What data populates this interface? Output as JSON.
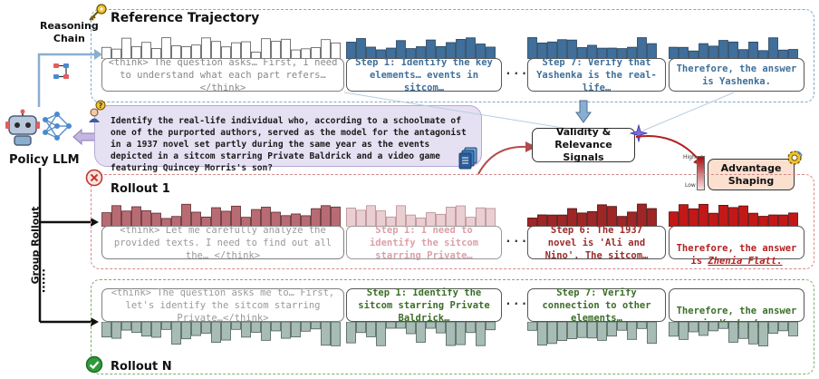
{
  "labels": {
    "reasoning_chain": "Reasoning\nChain",
    "reference_trajectory": "Reference Trajectory",
    "rollout_1": "Rollout 1",
    "rollout_n": "Rollout N",
    "policy_llm": "Policy LLM",
    "group_rollout": "Group Rollout",
    "vertical_dots": "......",
    "validity": "Validity &\nRelevance Signals",
    "advantage": "Advantage\nShaping",
    "high": "High",
    "low": "Low",
    "row_dots": "......"
  },
  "question": "Identify the real-life individual who, according to a schoolmate of one of the purported authors, served as the model for the antagonist in a 1937 novel set partly during the same year as the events depicted in a sitcom starring Private Baldrick and a video game featuring Quincey Morris's son?",
  "reference": {
    "think": "<think> The question asks… First, I need to understand what each part refers… </think>",
    "step1": "Step 1: Identify the key elements… events in sitcom…",
    "step7": "Step 7: Verify that Yashenka is the real-life…",
    "answer": "Therefore, the answer is Yashenka."
  },
  "rollout1": {
    "think": "<think> Let me carefully analyze the provided texts. I need to find out all the… </think>",
    "step1": "Step 1: I need to identify the sitcom starring Private…",
    "step6": "Step 6: The 1937 novel is 'Ali and Nino'. The sitcom…",
    "answer_prefix": "Therefore, the answer is ",
    "answer_value": "Zhenia Flatt."
  },
  "rolloutN": {
    "think": "<think> The question asks me to… First, let's identify the sitcom starring Private…</think>",
    "step1": "Step 1: Identify the sitcom starring Private Baldrick…",
    "step7": "Step 7: Verify connection to other elements…",
    "answer_prefix": "Therefore, the answer is ",
    "answer_value": "Yashenka."
  },
  "icons": [
    "key-icon",
    "flowchart-icon",
    "robot-icon",
    "network-icon",
    "thinking-person-icon",
    "documents-icon",
    "wrong-icon",
    "correct-icon",
    "sparkle-icon",
    "gear-icon"
  ],
  "colors": {
    "reference_blue": "#3f6f9a",
    "rollout1_red": "#b32020",
    "rollout1_pink": "#d9a0a8",
    "rolloutN_green": "#3b6e27",
    "rolloutN_bars": "#a7bcb4",
    "question_panel": "#e6e0f3"
  }
}
